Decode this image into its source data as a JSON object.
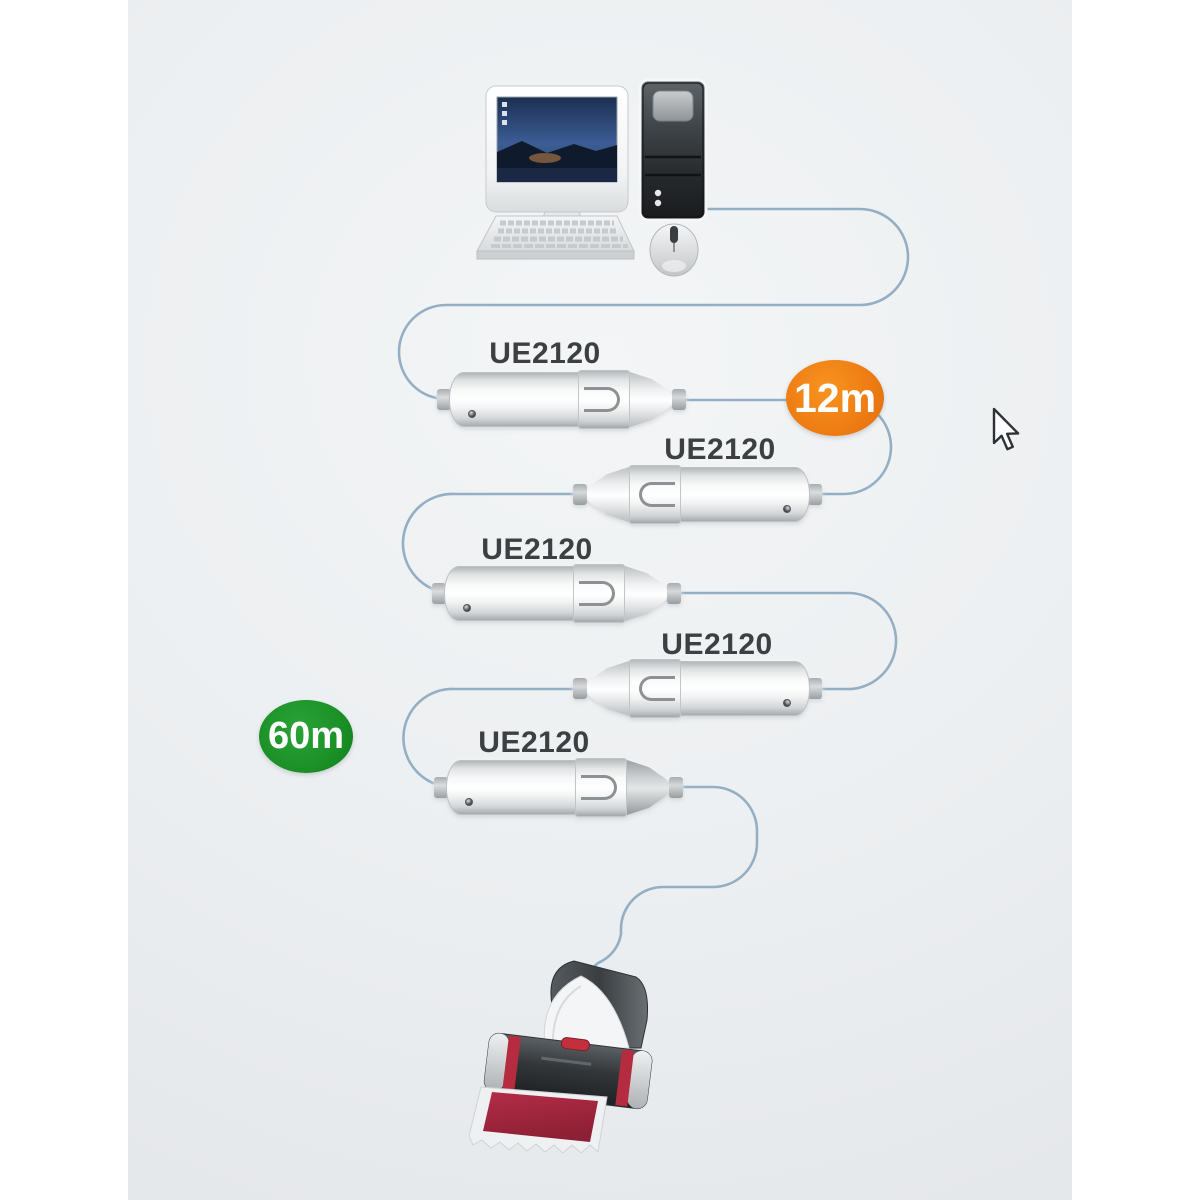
{
  "diagram": {
    "extenders": [
      {
        "label": "UE2120"
      },
      {
        "label": "UE2120"
      },
      {
        "label": "UE2120"
      },
      {
        "label": "UE2120"
      },
      {
        "label": "UE2120"
      }
    ],
    "badges": [
      {
        "label": "12m",
        "color": "#ee7c13"
      },
      {
        "label": "60m",
        "color": "#1b9026"
      }
    ],
    "endpoints": {
      "source": "desktop-computer",
      "destination": "photo-printer"
    },
    "cable_color": "#94afc4"
  }
}
